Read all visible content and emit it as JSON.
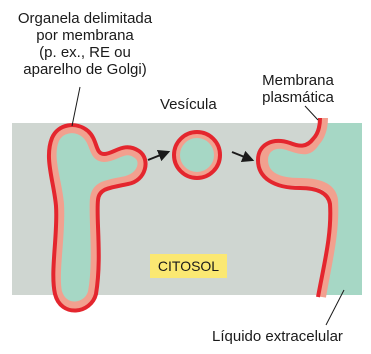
{
  "labels": {
    "organelle_line1": "Organela delimitada",
    "organelle_line2": "por membrana",
    "organelle_line3": "(p. ex., RE ou",
    "organelle_line4": "aparelho de Golgi)",
    "vesicle": "Vesícula",
    "plasma_line1": "Membrana",
    "plasma_line2": "plasmática",
    "cytosol": "CITOSOL",
    "extracellular": "Líquido extracelular"
  },
  "colors": {
    "cytosol_background": "#cfd6d1",
    "lumen_fill": "#a6d7c5",
    "extracellular_fill": "#a6d7c5",
    "membrane_red": "#e4262e",
    "membrane_inner": "#f2a08f",
    "label_box": "#fbe872",
    "arrow": "#1a1a1a"
  }
}
